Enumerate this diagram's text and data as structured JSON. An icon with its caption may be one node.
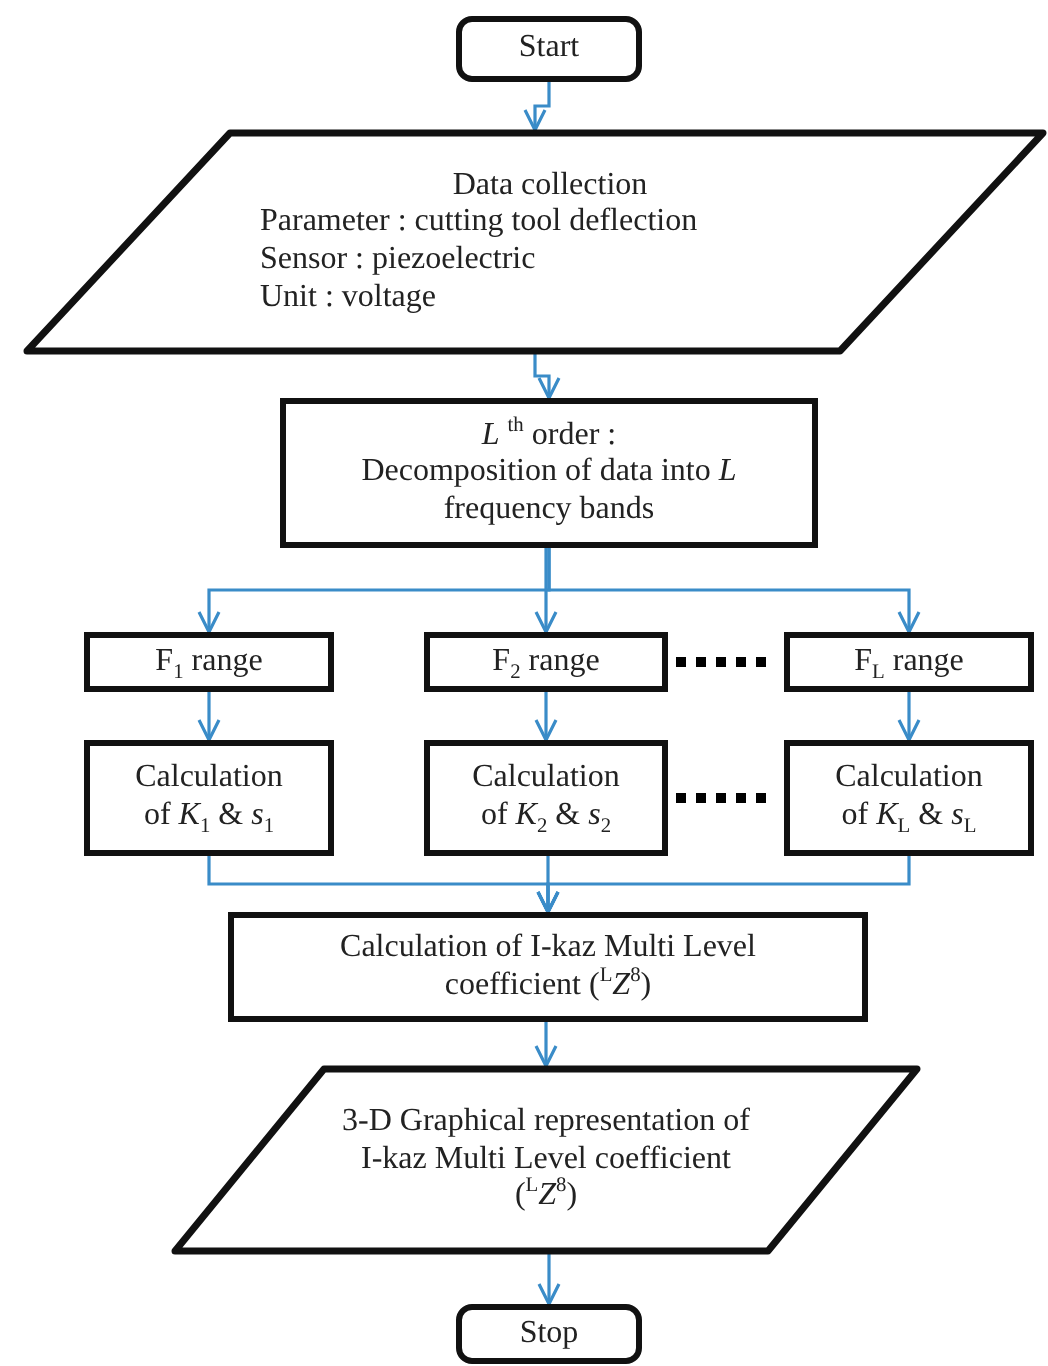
{
  "diagram": {
    "nodes": [
      {
        "text": [
          "Start"
        ]
      },
      {
        "text": [
          "Data collection",
          "Parameter : cutting tool deflection",
          "Sensor : piezoelectric",
          "Unit : voltage"
        ]
      },
      {
        "text": [
          "*L* $^{th}$ order :",
          "Decomposition of data into *L* frequency bands"
        ]
      },
      {
        "text": [
          "F$_{1}$ range"
        ]
      },
      {
        "text": [
          "F$_{2}$ range"
        ]
      },
      {
        "text": [
          "F$_{L}$ range"
        ]
      },
      {
        "text": [
          "Calculation of *K*$_{1}$ & *s*$_{1}$"
        ]
      },
      {
        "text": [
          "Calculation of *K*$_{2}$ & *s*$_{2}$"
        ]
      },
      {
        "text": [
          "Calculation of *K*$_{L}$ & *s*$_{L}$"
        ]
      },
      {
        "text": [
          "Calculation of I-kaz Multi Level coefficient ($^{L}$*Z*$^{8}$)"
        ]
      },
      {
        "text": [
          "3-D Graphical representation of I-kaz Multi Level coefficient ($^{L}$*Z*$^{8}$)"
        ]
      },
      {
        "text": [
          "Stop"
        ]
      }
    ],
    "edges": [
      {
        "from": 0,
        "to": 1,
        "arrow": "to"
      },
      {
        "from": 1,
        "to": 2,
        "arrow": "to"
      },
      {
        "from": 2,
        "to": 3,
        "arrow": "to"
      },
      {
        "from": 2,
        "to": 4,
        "arrow": "to"
      },
      {
        "from": 2,
        "to": 5,
        "arrow": "to"
      },
      {
        "from": 4,
        "to": 5,
        "arrow": "none",
        "style": "dashed",
        "color": "#000000"
      },
      {
        "from": 3,
        "to": 6,
        "arrow": "to"
      },
      {
        "from": 4,
        "to": 7,
        "arrow": "to"
      },
      {
        "from": 5,
        "to": 8,
        "arrow": "to"
      },
      {
        "from": 7,
        "to": 8,
        "arrow": "none",
        "style": "dashed",
        "color": "#000000"
      },
      {
        "from": 6,
        "to": 9,
        "arrow": "to"
      },
      {
        "from": 7,
        "to": 9,
        "arrow": "to"
      },
      {
        "from": 8,
        "to": 9,
        "arrow": "to"
      },
      {
        "from": 9,
        "to": 10,
        "arrow": "to"
      },
      {
        "from": 10,
        "to": 11,
        "arrow": "to"
      }
    ]
  }
}
